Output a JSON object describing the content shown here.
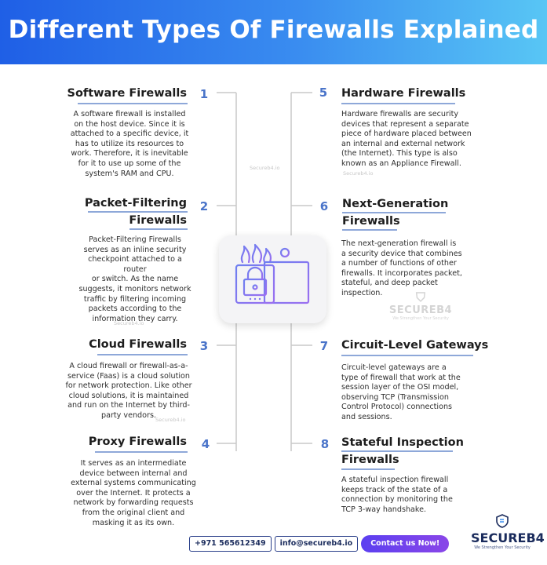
{
  "header": {
    "title": "Different Types Of Firewalls Explained"
  },
  "items": [
    {
      "num": "1",
      "title": "Software Firewalls",
      "desc": [
        "A software firewall is installed",
        "on the host device. Since it is",
        "attached to a specific device, it",
        "has to utilize its resources to",
        "work. Therefore, it is inevitable",
        "for it to use up some of the",
        "system's RAM and CPU."
      ]
    },
    {
      "num": "2",
      "title_lines": [
        "Packet-Filtering",
        "Firewalls"
      ],
      "desc": [
        "Packet-Filtering Firewalls",
        "serves as an inline security",
        "checkpoint attached to a router",
        "or switch. As the name",
        "suggests, it monitors network",
        "traffic by filtering incoming",
        "packets according to the",
        "information they carry."
      ]
    },
    {
      "num": "3",
      "title": "Cloud Firewalls",
      "desc": [
        "A cloud firewall or firewall-as-a-",
        "service (Faas) is a cloud solution",
        "for network protection. Like other",
        "cloud solutions, it is maintained",
        "and run on the Internet by third-",
        "party vendors."
      ]
    },
    {
      "num": "4",
      "title": "Proxy Firewalls",
      "desc": [
        "It serves as an intermediate",
        "device between internal and",
        "external systems communicating",
        "over the Internet. It protects a",
        "network by forwarding requests",
        "from the original client and",
        "masking it as its own."
      ]
    },
    {
      "num": "5",
      "title": "Hardware Firewalls",
      "desc": [
        "Hardware firewalls are security",
        "devices that represent a separate",
        "piece of hardware placed between",
        "an internal and external network",
        "(the Internet). This type is also",
        "known as an Appliance Firewall."
      ]
    },
    {
      "num": "6",
      "title_lines": [
        "Next-Generation",
        "Firewalls"
      ],
      "desc": [
        "The next-generation firewall is",
        "a security device that combines",
        "a number of functions of other",
        "firewalls. It incorporates packet,",
        "stateful, and deep packet",
        "inspection."
      ]
    },
    {
      "num": "7",
      "title": "Circuit-Level Gateways",
      "desc": [
        "Circuit-level gateways are a",
        "type of firewall that work at the",
        "session layer of the OSI model,",
        "observing TCP (Transmission",
        "Control Protocol) connections",
        "and sessions."
      ]
    },
    {
      "num": "8",
      "title_lines": [
        "Stateful Inspection",
        "Firewalls"
      ],
      "desc": [
        "A stateful inspection firewall",
        "keeps track of the state of a",
        "connection by monitoring the",
        "TCP 3-way handshake."
      ]
    }
  ],
  "watermark": "Secureb4.io",
  "logo": {
    "brand": "SECUREB4",
    "tagline": "We Strengthen Your Security"
  },
  "footer": {
    "phone": "+971 565612349",
    "email": "info@secureb4.io",
    "cta": "Contact us Now!"
  },
  "colors": {
    "banner_start": "#1f5fe6",
    "banner_end": "#58c6f5",
    "number": "#4a74c9",
    "cta_start": "#5b3ff0",
    "cta_end": "#8a46e8"
  },
  "icons": [
    "firewall-illustration-icon",
    "shield-logo-icon"
  ]
}
